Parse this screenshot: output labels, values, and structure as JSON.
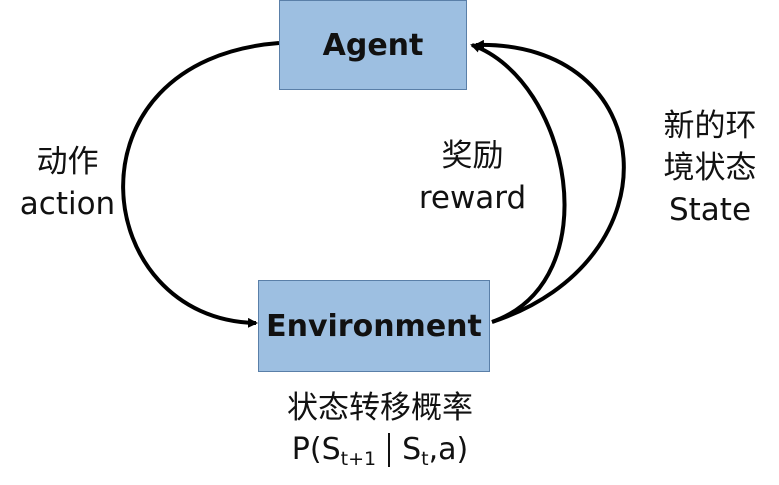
{
  "nodes": {
    "agent": "Agent",
    "environment": "Environment"
  },
  "edges": {
    "action_cn": "动作",
    "action_en": "action",
    "reward_cn": "奖励",
    "reward_en": "reward",
    "state_cn_line1": "新的环",
    "state_cn_line2": "境状态",
    "state_en": "State"
  },
  "transition": {
    "title": "状态转移概率",
    "formula_open": "P(S",
    "formula_sub1": "t+1",
    "formula_mid": "S",
    "formula_sub2": "t",
    "formula_close": ",a)"
  },
  "colors": {
    "box_fill": "#9dbfe1",
    "box_border": "#5a7fa8",
    "arrow": "#000000"
  }
}
